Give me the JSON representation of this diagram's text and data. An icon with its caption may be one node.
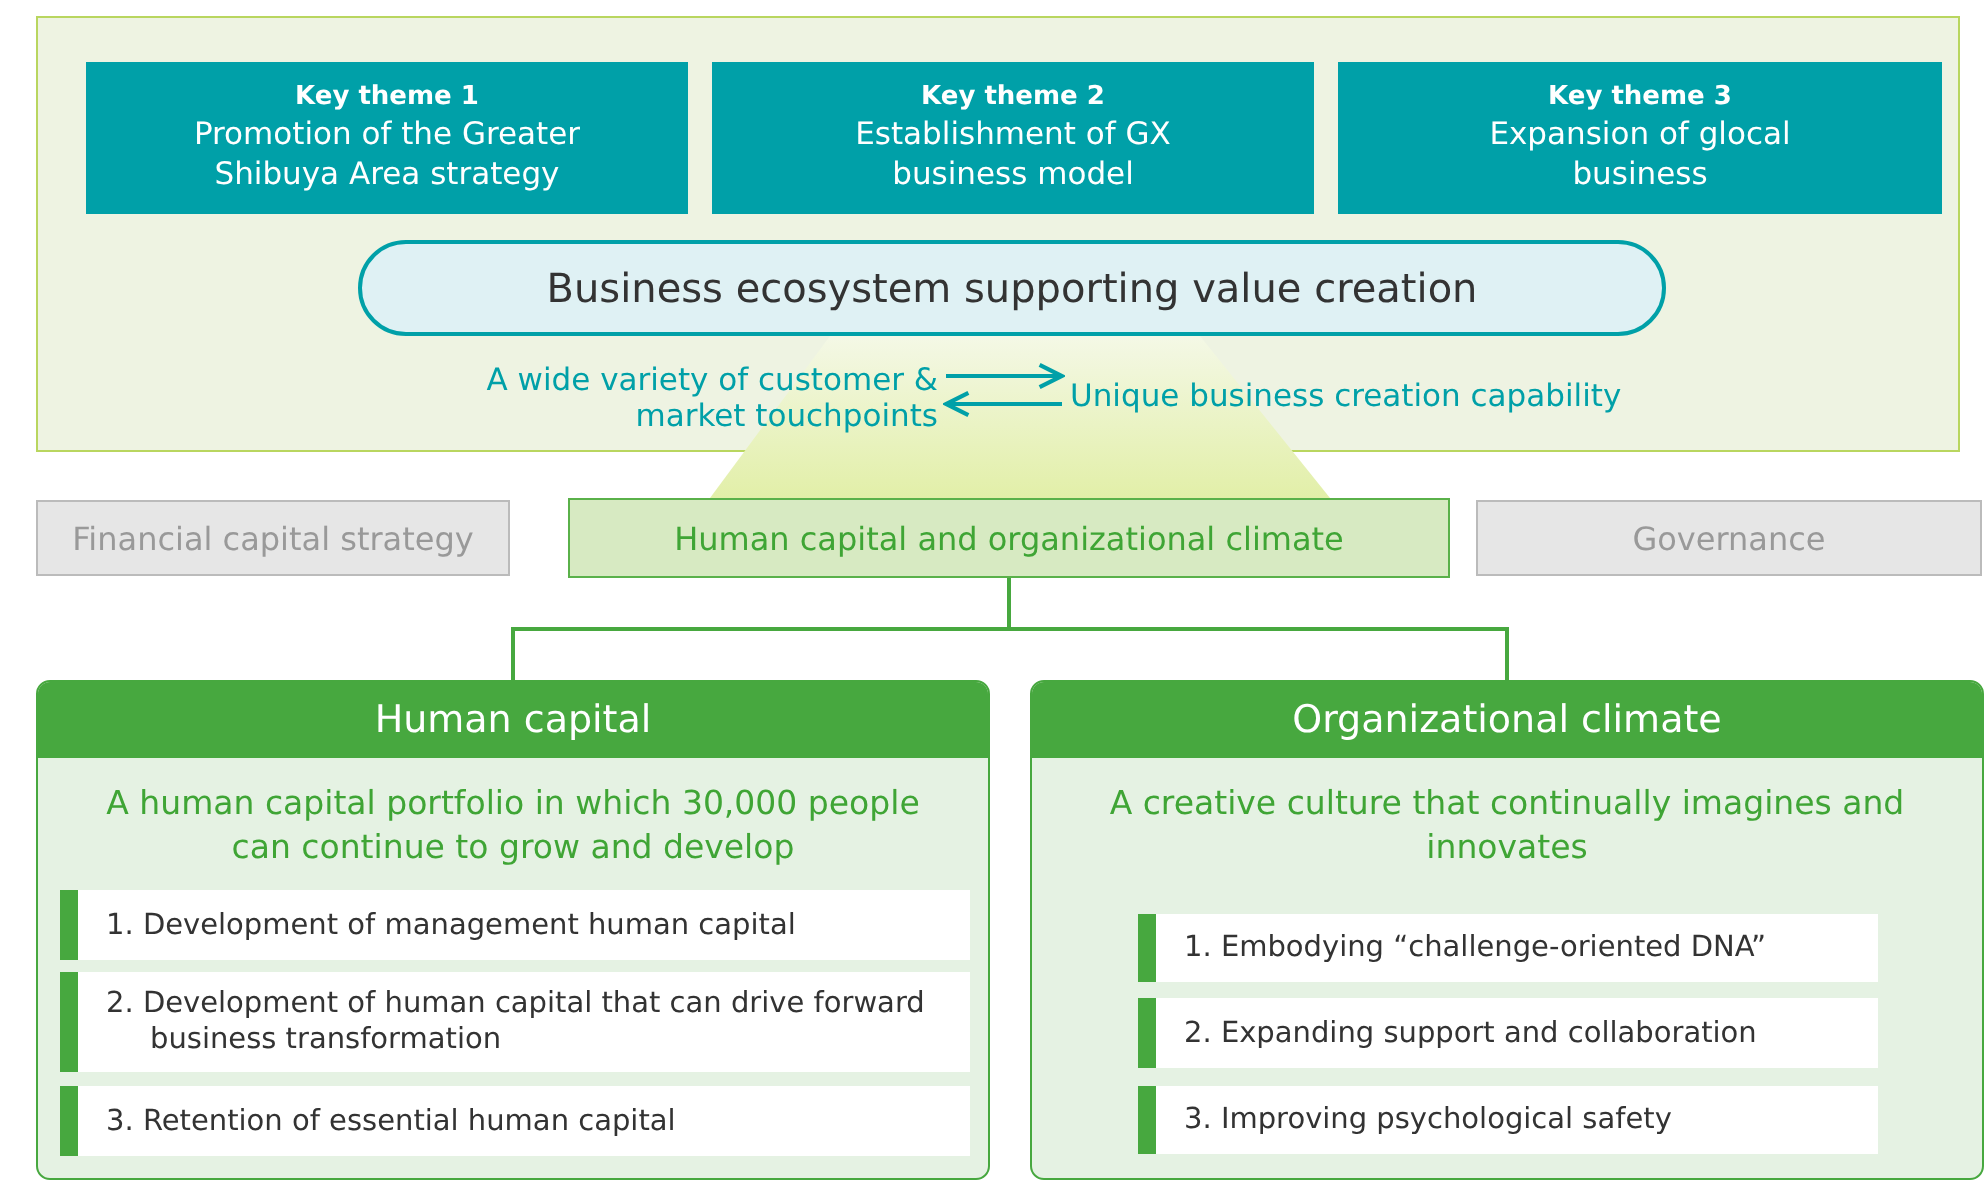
{
  "diagram": {
    "nodes": [
      {
        "text": [],
        "shape": "box"
      },
      {
        "text": [
          "Key theme 1",
          "Promotion of the Greater Shibuya Area strategy"
        ],
        "in": 0
      },
      {
        "text": [
          "Key theme 2",
          "Establishment of GX business model"
        ],
        "in": 0
      },
      {
        "text": [
          "Key theme 3",
          "Expansion of glocal business"
        ],
        "in": 0
      },
      {
        "text": [
          "Business ecosystem supporting value creation"
        ],
        "in": 0
      },
      {
        "text": [
          "A wide variety of customer & market touchpoints"
        ],
        "in": 0
      },
      {
        "text": [
          "Unique business creation capability"
        ],
        "in": 0
      },
      {
        "text": [
          "Financial capital strategy"
        ]
      },
      {
        "text": [
          "Human capital and organizational climate"
        ]
      },
      {
        "text": [
          "Governance"
        ]
      },
      {
        "text": [
          "Human capital",
          "A human capital portfolio in which 30,000 people can continue to grow and develop"
        ]
      },
      {
        "text": [
          "1. Development of management human capital"
        ],
        "in": 10
      },
      {
        "text": [
          "2. Development of  human capital that can drive forward business transformation"
        ],
        "in": 10
      },
      {
        "text": [
          "3. Retention of essential human capital"
        ],
        "in": 10
      },
      {
        "text": [
          "Organizational climate",
          "A creative culture that continually imagines and innovates"
        ]
      },
      {
        "text": [
          "1. Embodying “challenge-oriented DNA”"
        ],
        "in": 14
      },
      {
        "text": [
          "2. Expanding support and collaboration"
        ],
        "in": 14
      },
      {
        "text": [
          "3. Improving psychological safety"
        ],
        "in": 14
      }
    ],
    "edges": [
      {
        "from": 5,
        "to": 6,
        "arrow": "to",
        "color": "#00a0a8"
      },
      {
        "from": 6,
        "to": 5,
        "arrow": "to",
        "color": "#00a0a8"
      },
      {
        "from": 8,
        "to": 10,
        "arrow": "none",
        "color": "#47a83f"
      },
      {
        "from": 8,
        "to": 14,
        "arrow": "none",
        "color": "#47a83f"
      }
    ]
  }
}
